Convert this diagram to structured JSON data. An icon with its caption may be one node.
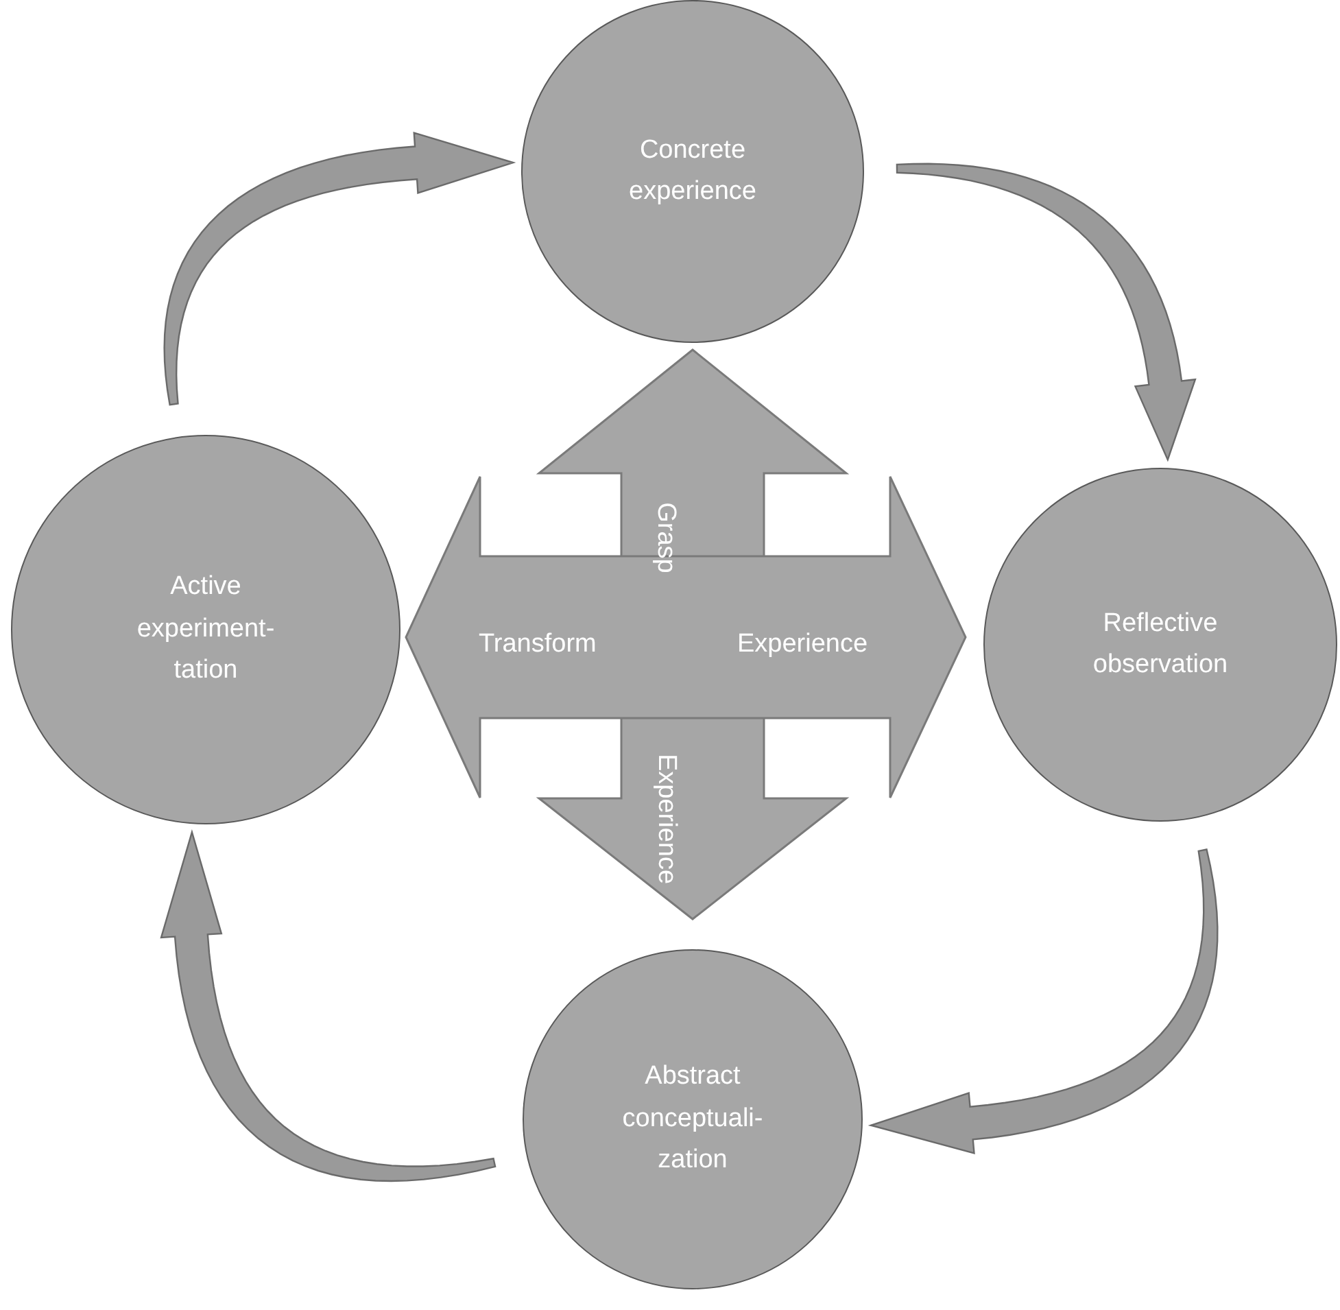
{
  "diagram": {
    "nodes": [
      {
        "text": [
          "Concrete experience"
        ]
      },
      {
        "text": [
          "Active experiment-tation"
        ]
      },
      {
        "text": [
          "Reflective observation"
        ]
      },
      {
        "text": [
          "Abstract conceptuali-zation"
        ]
      }
    ],
    "edges": [
      {
        "from": 1,
        "to": 0,
        "arrow": "to"
      },
      {
        "from": 0,
        "to": 2,
        "arrow": "to"
      },
      {
        "from": 2,
        "to": 3,
        "arrow": "to"
      },
      {
        "from": 3,
        "to": 1,
        "arrow": "to"
      },
      {
        "from": 0,
        "to": 3,
        "arrow": "both",
        "style": "thick"
      },
      {
        "from": 1,
        "to": 2,
        "arrow": "both",
        "style": "thick"
      }
    ],
    "labels": [
      "Grasp",
      "Transform",
      "Experience",
      "Experience"
    ]
  }
}
